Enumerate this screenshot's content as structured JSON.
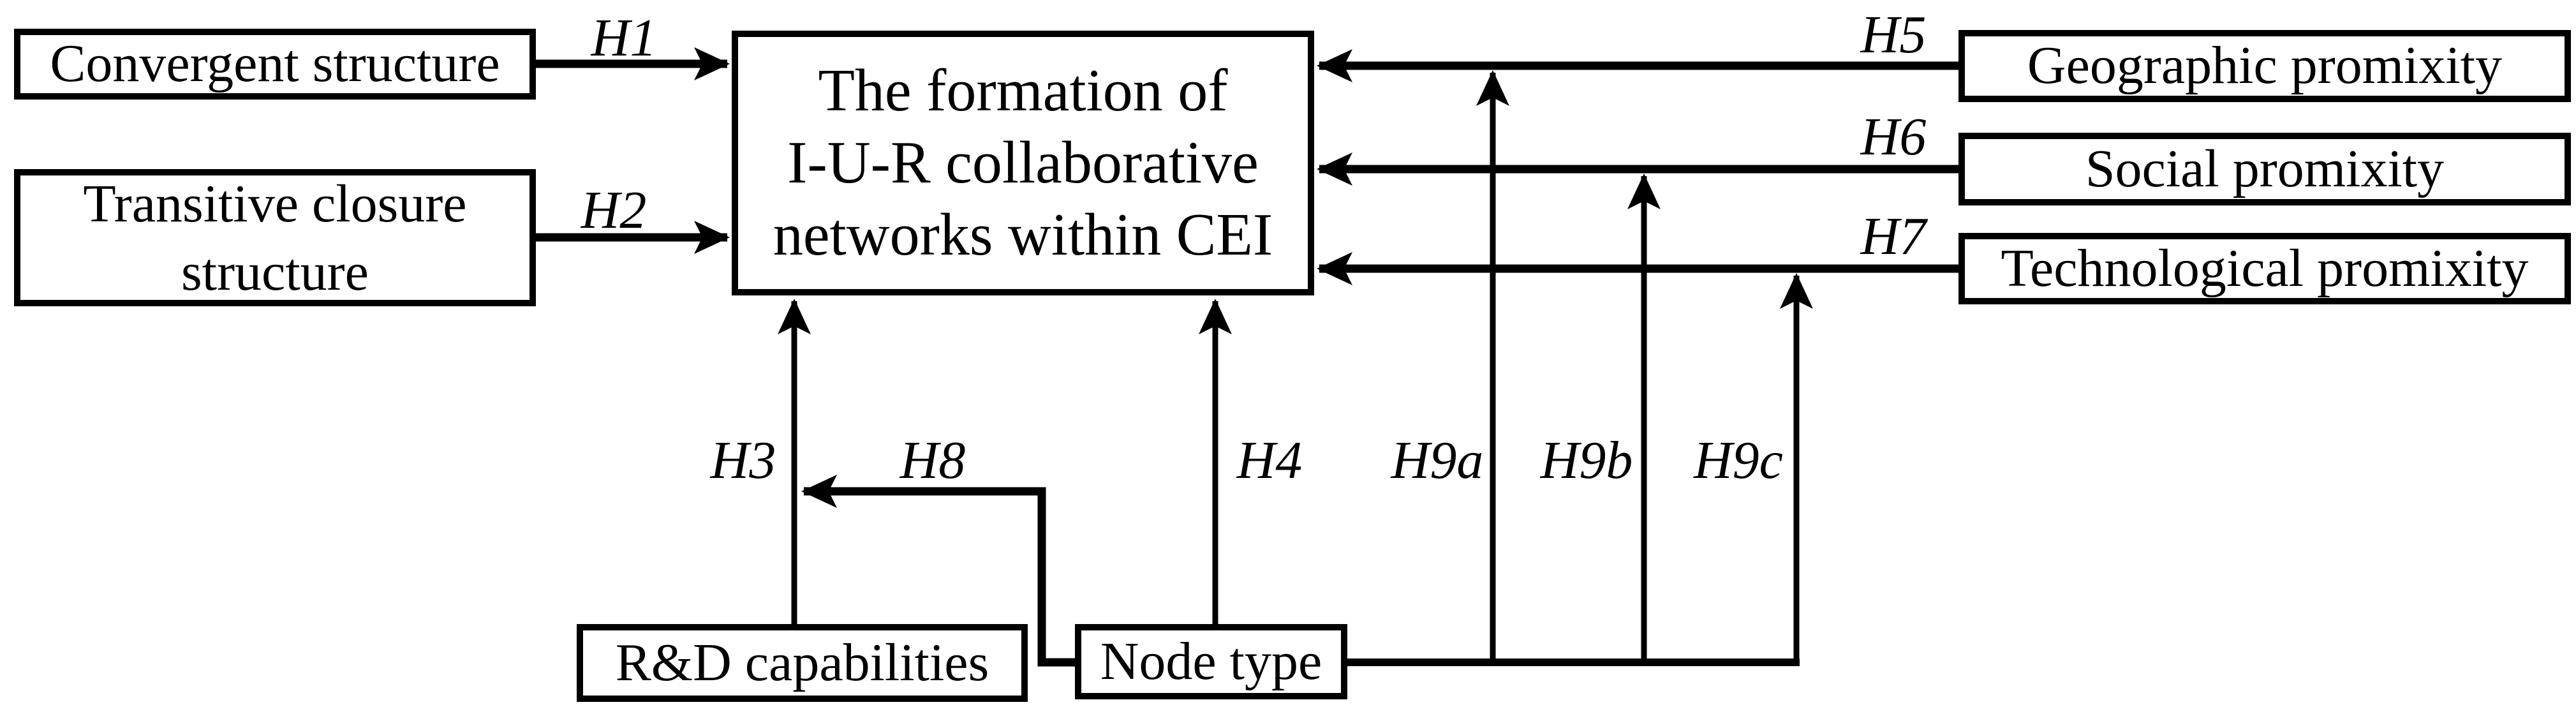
{
  "diagram": {
    "background_color": "#ffffff",
    "line_color": "#000000",
    "center_box": {
      "line1": "The formation of",
      "line2": "I-U-R collaborative",
      "line3": "networks within CEI"
    },
    "boxes": {
      "convergent": "Convergent structure",
      "transitive_line1": "Transitive closure",
      "transitive_line2": "structure",
      "geographic": "Geographic promixity",
      "social": "Social promixity",
      "technological": "Technological promixity",
      "rd": "R&D capabilities",
      "node_type": "Node type"
    },
    "hypotheses": {
      "h1": "H1",
      "h2": "H2",
      "h3": "H3",
      "h4": "H4",
      "h5": "H5",
      "h6": "H6",
      "h7": "H7",
      "h8": "H8",
      "h9a": "H9a",
      "h9b": "H9b",
      "h9c": "H9c"
    }
  }
}
